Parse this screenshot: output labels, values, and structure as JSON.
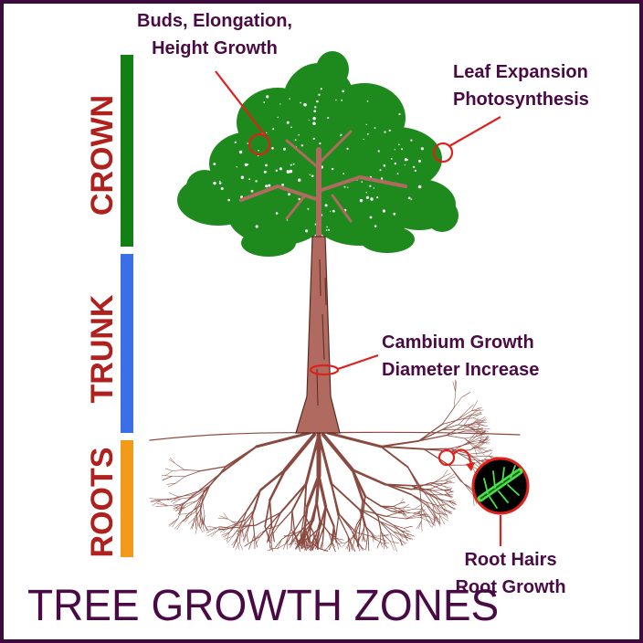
{
  "title": "TREE GROWTH ZONES",
  "zones": [
    {
      "label": "CROWN",
      "color": "#138013"
    },
    {
      "label": "TRUNK",
      "color": "#3b6fe8"
    },
    {
      "label": "ROOTS",
      "color": "#f29a1a"
    }
  ],
  "callouts": {
    "buds": {
      "line1": "Buds, Elongation,",
      "line2": "Height Growth"
    },
    "leaf": {
      "line1": "Leaf Expansion",
      "line2": "Photosynthesis"
    },
    "cambium": {
      "line1": "Cambium Growth",
      "line2": "Diameter Increase"
    },
    "roothairs": {
      "line1": "Root Hairs",
      "line2": "Root Growth"
    }
  },
  "colors": {
    "frame": "#3d0a3c",
    "text": "#4a0a45",
    "zone_text": "#b0201c",
    "callout_line": "#e0201c",
    "foliage": "#1e8a1e",
    "trunk": "#b06a60",
    "roots": "#8a4a40",
    "root_hair": "#4ce04c"
  }
}
